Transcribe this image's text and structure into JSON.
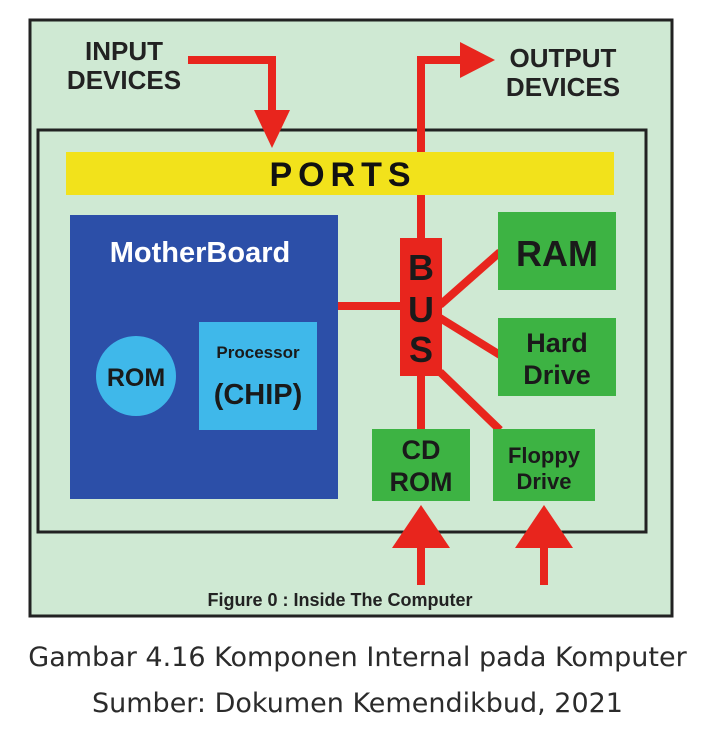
{
  "diagram": {
    "input_label": [
      "INPUT",
      "DEVICES"
    ],
    "output_label": [
      "OUTPUT",
      "DEVICES"
    ],
    "ports_label": "PORTS",
    "motherboard_label": "MotherBoard",
    "rom_label": "ROM",
    "processor_label": "Processor",
    "chip_label": "(CHIP)",
    "bus_letters": [
      "B",
      "U",
      "S"
    ],
    "ram_label": "RAM",
    "hard_drive_label": [
      "Hard",
      "Drive"
    ],
    "cd_rom_label": [
      "CD",
      "ROM"
    ],
    "floppy_label": [
      "Floppy",
      "Drive"
    ],
    "figure_caption": "Figure 0 : Inside The Computer"
  },
  "caption": {
    "title": "Gambar 4.16 Komponen Internal pada Komputer",
    "source": "Sumber: Dokumen Kemendikbud, 2021"
  },
  "colors": {
    "background": "#cfe9d3",
    "ports": "#f2e21b",
    "motherboard": "#2c4fa8",
    "light_blue": "#3fb8ea",
    "bus_red": "#e8251d",
    "component_green": "#3db343"
  }
}
